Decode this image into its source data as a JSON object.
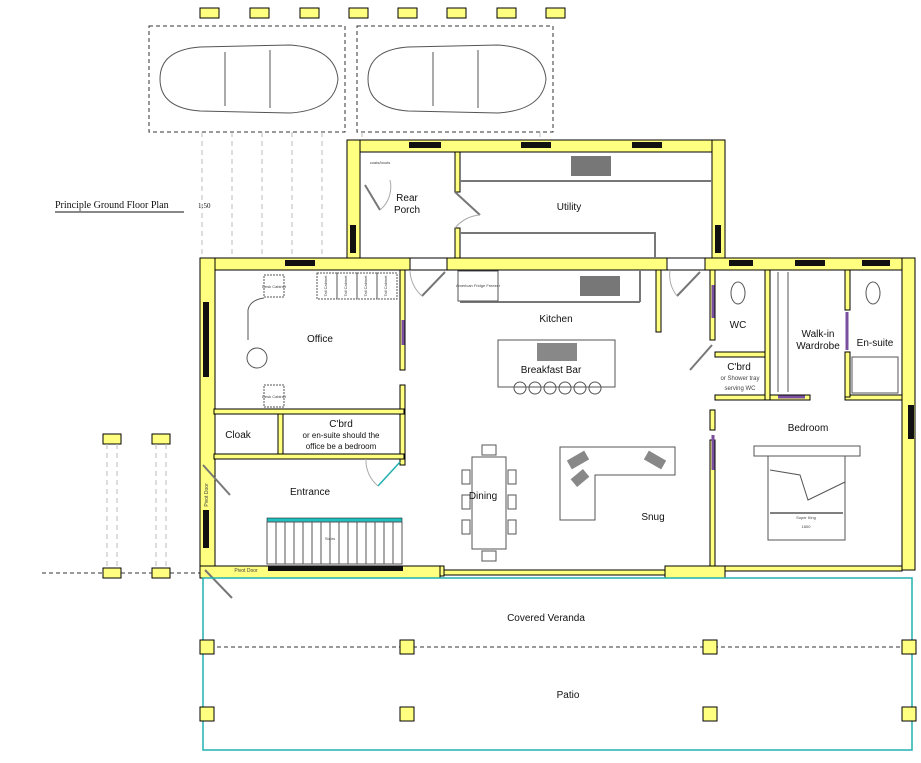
{
  "title": "Principle Ground Floor Plan",
  "scale": "1:50",
  "rooms": {
    "rear_porch_1": "Rear",
    "rear_porch_2": "Porch",
    "utility": "Utility",
    "office": "Office",
    "kitchen": "Kitchen",
    "breakfast_bar": "Breakfast Bar",
    "cloak": "Cloak",
    "cbrd_office_1": "C'brd",
    "cbrd_office_2": "or en-suite should the",
    "cbrd_office_3": "office be a bedroom",
    "entrance": "Entrance",
    "dining": "Dining",
    "snug": "Snug",
    "wc": "WC",
    "walkin_1": "Walk-in",
    "walkin_2": "Wardrobe",
    "ensuite": "En-suite",
    "cbrd_wc_1": "C'brd",
    "cbrd_wc_2": "or Shower tray",
    "cbrd_wc_3": "serving WC",
    "bedroom": "Bedroom",
    "veranda": "Covered Veranda",
    "patio": "Patio"
  },
  "fixtures": {
    "desk_cabinet": "Desk Cabinet",
    "tall_cabinet": "Tall Cabinet",
    "fridge": "American Fridge Freezer",
    "coats": "coats/boots",
    "stairs": "Stairs",
    "pivot_door": "Pivot Door",
    "bed": "Super King",
    "bed_size": "1800"
  },
  "colors": {
    "wall": "#ffff80",
    "veranda_edge": "#20b0b0",
    "door_panel": "#7a4fa0"
  }
}
